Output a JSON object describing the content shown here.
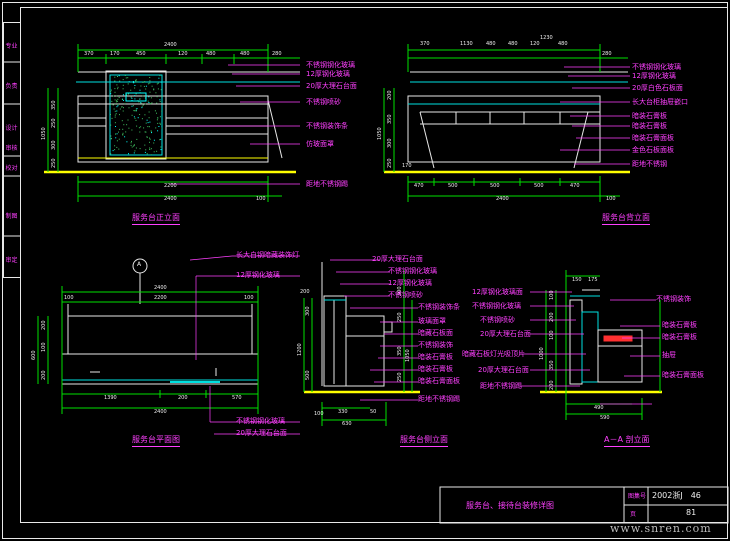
{
  "sidebar": {
    "cells": [
      "专业",
      "负责",
      "设计",
      "审核",
      "校对",
      "制图",
      "审定"
    ]
  },
  "views": {
    "front_title": "服务台正立面",
    "back_title": "服务台背立面",
    "plan_title": "服务台平面图",
    "side_title": "服务台侧立面",
    "section_title": "A－A 剖立面",
    "section_mark": "A"
  },
  "front": {
    "dims_top": [
      "2400",
      "370",
      "170",
      "450",
      "120",
      "480",
      "480",
      "280"
    ],
    "dims_bottom": [
      "2200",
      "2400",
      "100"
    ],
    "dims_left": [
      "1050",
      "350",
      "250",
      "300",
      "250"
    ],
    "notes": [
      "不锈钢钢化玻璃",
      "12厚钢化玻璃",
      "20厚大理石台面",
      "不锈钢喷砂",
      "不锈钢装饰条",
      "仿玻面罩",
      "距地不锈钢踢"
    ]
  },
  "back": {
    "dims_top": [
      "370",
      "1130",
      "480",
      "480",
      "120",
      "480",
      "1230",
      "280"
    ],
    "dims_bottom": [
      "470",
      "500",
      "500",
      "500",
      "470",
      "2400",
      "170",
      "100"
    ],
    "dims_left": [
      "1050",
      "200",
      "350",
      "300",
      "250"
    ],
    "notes": [
      "不锈钢钢化玻璃",
      "12厚钢化玻璃",
      "20厚白色石板面",
      "长大台柜抽屉嵌口",
      "暗装石膏板",
      "暗装石膏板",
      "暗装石膏面板",
      "金色石板面板",
      "距地不锈钢"
    ]
  },
  "plan": {
    "dims_top": [
      "2400",
      "100",
      "2200",
      "100"
    ],
    "dims_bottom": [
      "1390",
      "200",
      "570",
      "2400"
    ],
    "dims_left": [
      "600",
      "200",
      "100",
      "200"
    ],
    "notes": [
      "长大白钢暗藏装饰灯",
      "12厚钢化玻璃",
      "不锈钢钢化玻璃",
      "20厚大理石台面"
    ]
  },
  "side": {
    "dims_top": [
      "200"
    ],
    "dims_bottom": [
      "100",
      "330",
      "50",
      "630"
    ],
    "dims_left": [
      "1200",
      "300",
      "500"
    ],
    "dims_right": [
      "300",
      "250",
      "1050",
      "350",
      "250"
    ],
    "notes": [
      "20厚大理石台面",
      "不锈钢钢化玻璃",
      "12厚钢化玻璃",
      "不锈钢喷砂",
      "不锈钢装饰条",
      "玻璃面罩",
      "暗藏石板面",
      "不锈钢装饰",
      "暗装石膏板",
      "暗装石膏板",
      "暗装石膏面板",
      "距地不锈钢踢"
    ]
  },
  "section": {
    "dims_top": [
      "150",
      "175"
    ],
    "dims_bottom": [
      "490",
      "590"
    ],
    "dims_left": [
      "100",
      "200",
      "100",
      "350",
      "200",
      "1000"
    ],
    "notes_left": [
      "12厚钢化玻璃面",
      "不锈钢钢化玻璃",
      "不锈钢喷砂",
      "20厚大理石台面",
      "暗藏石板灯光吸顶片",
      "20厚大理石台面",
      "距地不锈钢踢"
    ],
    "notes_right": [
      "不锈钢装饰",
      "暗装石膏板",
      "暗装石膏板",
      "抽屉",
      "暗装石膏面板"
    ]
  },
  "titleblock": {
    "drawing_title": "服务台、接待台装修详图",
    "label_no": "图集号",
    "no_value": "2002浙J　46",
    "label_page": "页",
    "page_value": "81"
  },
  "watermark": "www.snren.com"
}
